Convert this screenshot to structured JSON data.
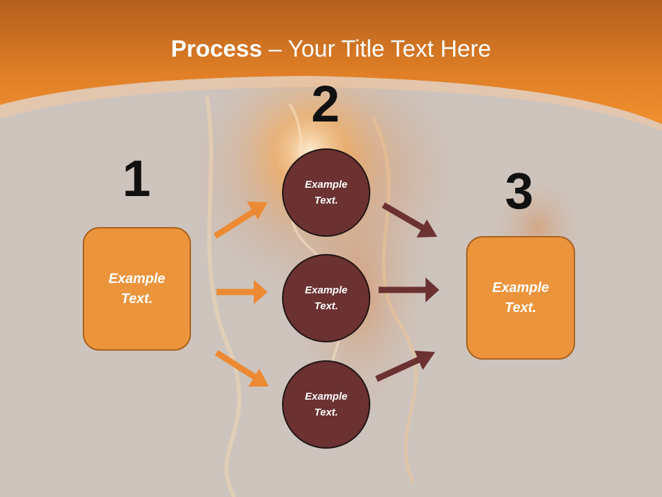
{
  "title": {
    "bold": "Process",
    "rest": " – Your Title Text Here"
  },
  "colors": {
    "header_orange": "#e8862a",
    "box_orange": "#ec943c",
    "circle_maroon": "#6b3231",
    "background_gray": "#cdc4be"
  },
  "steps": {
    "step1": {
      "number": "1",
      "line1": "Example",
      "line2": "Text."
    },
    "step2": {
      "number": "2",
      "circles": [
        {
          "line1": "Example",
          "line2": "Text."
        },
        {
          "line1": "Example",
          "line2": "Text."
        },
        {
          "line1": "Example",
          "line2": "Text."
        }
      ]
    },
    "step3": {
      "number": "3",
      "line1": "Example",
      "line2": "Text."
    }
  }
}
